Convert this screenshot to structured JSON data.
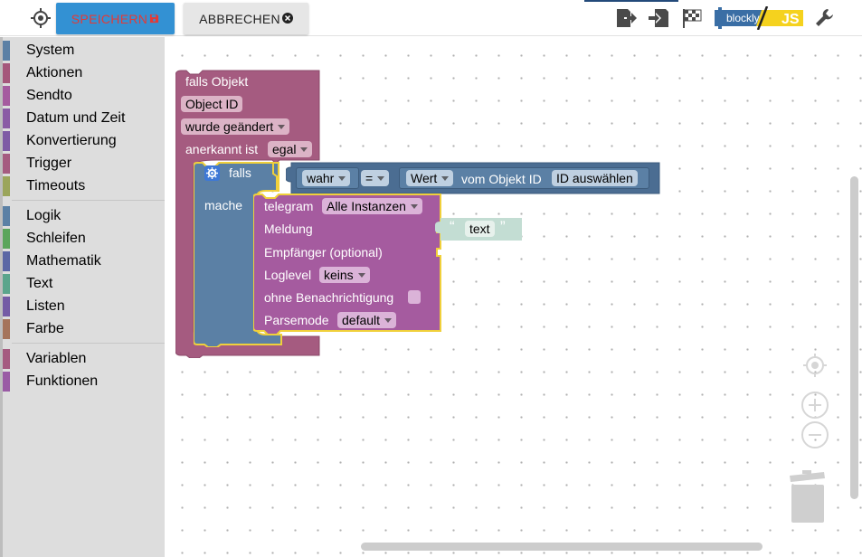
{
  "toolbar": {
    "save_label": "SPEICHERN",
    "cancel_label": "ABBRECHEN",
    "logo_left": "blockly",
    "logo_right": "JS",
    "icons": [
      "target-icon",
      "export-icon",
      "import-icon",
      "checkered-flag-icon",
      "blockly-js-logo",
      "wrench-icon"
    ]
  },
  "sidebar": {
    "groups": [
      [
        {
          "label": "System",
          "color": "#5b80a5"
        },
        {
          "label": "Aktionen",
          "color": "#a5577b"
        },
        {
          "label": "Sendto",
          "color": "#a55b9f"
        },
        {
          "label": "Datum und Zeit",
          "color": "#8a5ba5"
        },
        {
          "label": "Konvertierung",
          "color": "#7e5ba5"
        },
        {
          "label": "Trigger",
          "color": "#a55b80"
        },
        {
          "label": "Timeouts",
          "color": "#9ba55b"
        }
      ],
      [
        {
          "label": "Logik",
          "color": "#5b80a5"
        },
        {
          "label": "Schleifen",
          "color": "#5ba55b"
        },
        {
          "label": "Mathematik",
          "color": "#5b67a5"
        },
        {
          "label": "Text",
          "color": "#5ba58c"
        },
        {
          "label": "Listen",
          "color": "#745ba5"
        },
        {
          "label": "Farbe",
          "color": "#a5745b"
        }
      ],
      [
        {
          "label": "Variablen",
          "color": "#a55b80"
        },
        {
          "label": "Funktionen",
          "color": "#9a5ba5"
        }
      ]
    ]
  },
  "workspace": {
    "trigger_block": {
      "title": "falls Objekt",
      "object_id": "Object ID",
      "condition": "wurde geändert",
      "ack_label": "anerkannt ist",
      "ack_value": "egal",
      "color": "#a55b80"
    },
    "if_block": {
      "falls_label": "falls",
      "mache_label": "mache",
      "color": "#5b80a5",
      "compare": {
        "left_value": "wahr",
        "operator": "=",
        "getter_value": "Wert",
        "getter_suffix": "vom Objekt ID",
        "object_select": "ID auswählen"
      }
    },
    "telegram_block": {
      "title": "telegram",
      "instance": "Alle Instanzen",
      "message_label": "Meldung",
      "recipient_label": "Empfänger (optional)",
      "loglevel_label": "Loglevel",
      "loglevel_value": "keins",
      "silent_label": "ohne Benachrichtigung",
      "parsemode_label": "Parsemode",
      "parsemode_value": "default",
      "color": "#a55b9f"
    },
    "text_block": {
      "quote_open": "“",
      "value": "text",
      "quote_close": "”",
      "color": "#5ba58c"
    }
  }
}
